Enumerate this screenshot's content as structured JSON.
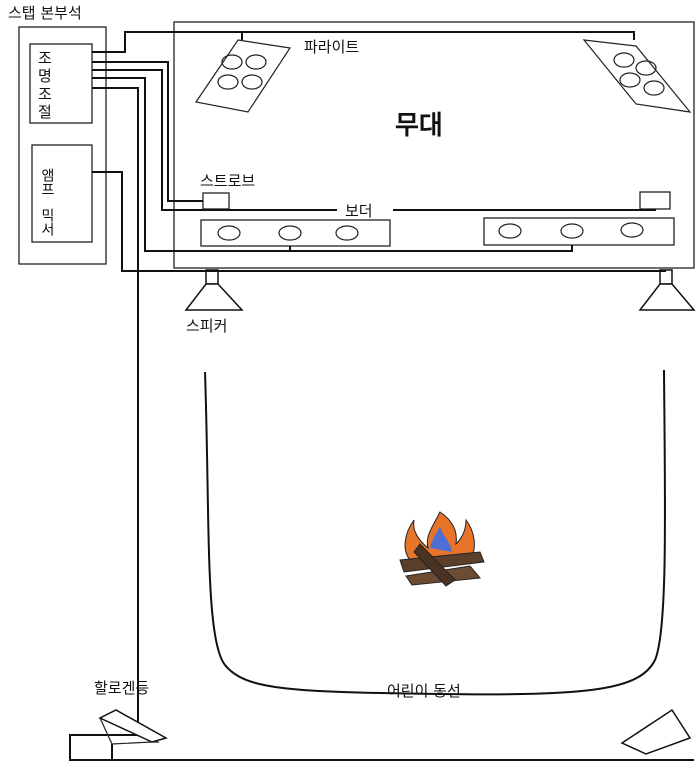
{
  "labels": {
    "staff_booth": "스탭 본부석",
    "lighting_control": "조명조절",
    "amp_mixer_1": "앰프",
    "amp_mixer_2": "믹서",
    "parlight": "파라이트",
    "stage": "무대",
    "strobe": "스트로브",
    "border": "보더",
    "speaker": "스피커",
    "halogen": "할로겐등",
    "children_path": "어린이 동선"
  },
  "icons": {
    "parlight": "par-light-fixture-icon",
    "speaker": "speaker-horn-icon",
    "campfire": "campfire-icon",
    "halogen": "halogen-floodlight-icon"
  },
  "colors": {
    "line": "#111111",
    "background": "#ffffff",
    "fire_orange": "#e8742a",
    "fire_blue": "#4f6fd8",
    "log": "#5a3f2a"
  }
}
